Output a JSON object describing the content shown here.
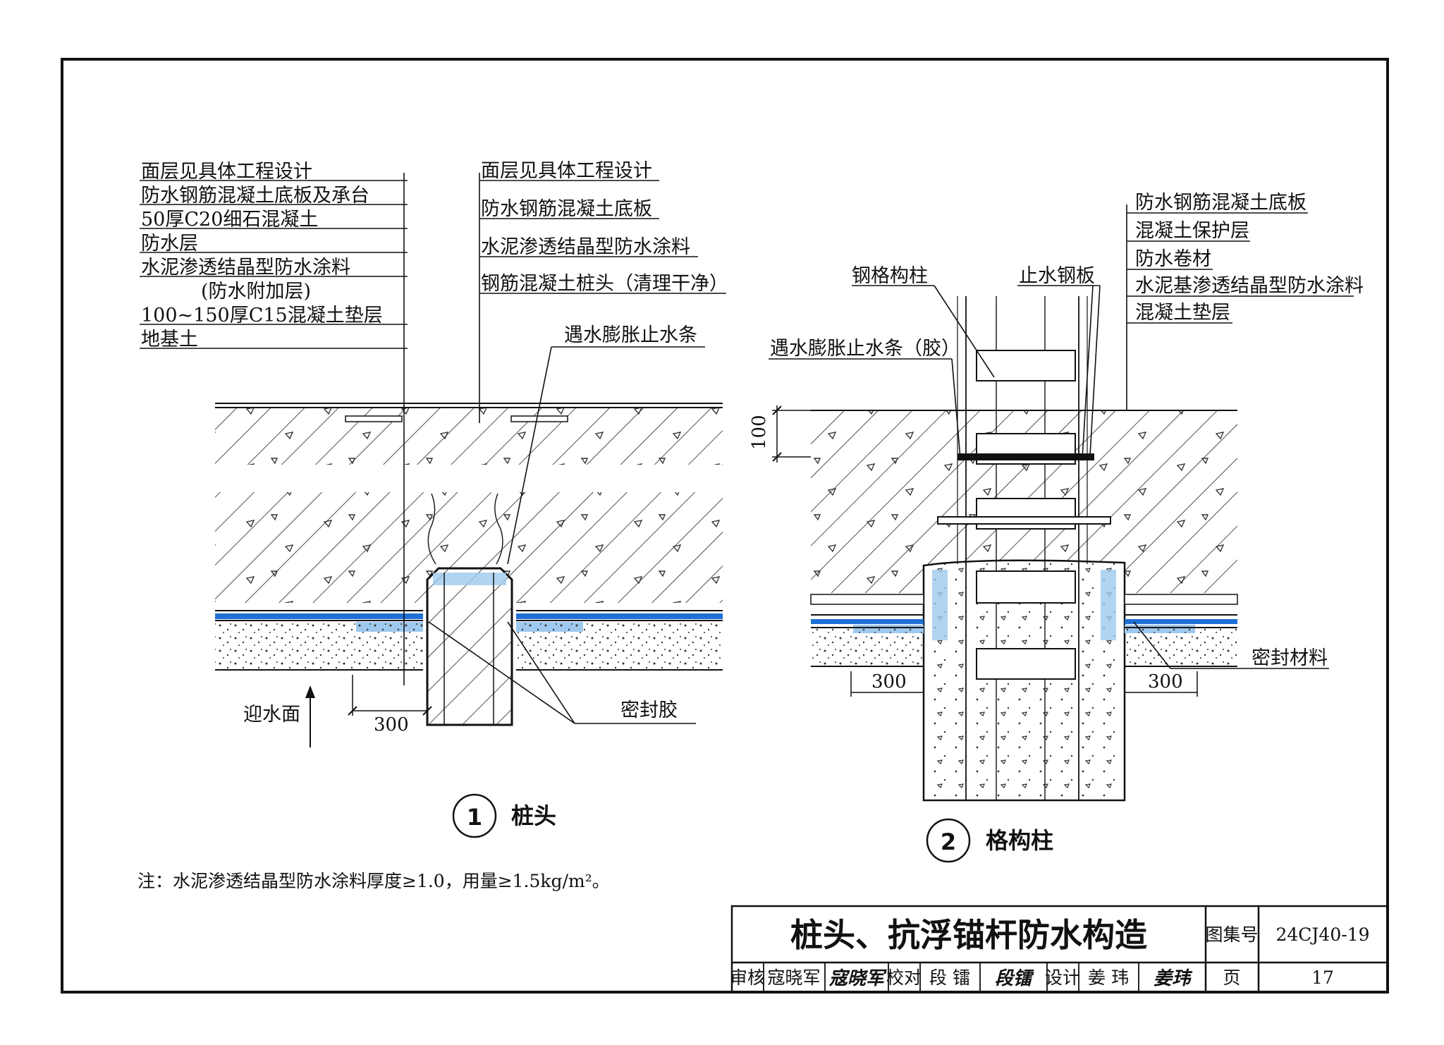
{
  "detail1": {
    "labels_left": [
      "面层见具体工程设计",
      "防水钢筋混凝土底板及承台",
      "50厚C20细石混凝土",
      "防水层",
      "水泥渗透结晶型防水涂料",
      "(防水附加层)",
      "100~150厚C15混凝土垫层",
      "地基土"
    ],
    "labels_mid": [
      "面层见具体工程设计",
      "防水钢筋混凝土底板",
      "水泥渗透结晶型防水涂料",
      "钢筋混凝土桩头（清理干净）"
    ],
    "swell_strip": "遇水膨胀止水条",
    "sealant": "密封胶",
    "upstream": "迎水面",
    "dim": "300",
    "number": "1",
    "title": "桩头"
  },
  "detail2": {
    "labels_right": [
      "防水钢筋混凝土底板",
      "混凝土保护层",
      "防水卷材",
      "水泥基渗透结晶型防水涂料",
      "混凝土垫层"
    ],
    "lattice_column": "钢格构柱",
    "water_stop_plate": "止水钢板",
    "swell_strip": "遇水膨胀止水条（胶）",
    "seal_material": "密封材料",
    "dim_100": "100",
    "dim_left": "300",
    "dim_right": "300",
    "number": "2",
    "title": "格构柱"
  },
  "note": "注：水泥渗透结晶型防水涂料厚度≥1.0，用量≥1.5kg/m²。",
  "title_block": {
    "title": "桩头、抗浮锚杆防水构造",
    "atlas_label": "图集号",
    "atlas_no": "24CJ40-19",
    "review_label": "审核",
    "reviewer": "寇晓军",
    "reviewer_sig": "寇晓军",
    "check_label": "校对",
    "checker": "段 镭",
    "checker_sig": "段镭",
    "design_label": "设计",
    "designer": "姜 玮",
    "designer_sig": "姜玮",
    "page_label": "页",
    "page_no": "17"
  },
  "colors": {
    "waterproof": "#1f6fd6",
    "coating": "#9ec9ee",
    "ink": "#111111"
  }
}
